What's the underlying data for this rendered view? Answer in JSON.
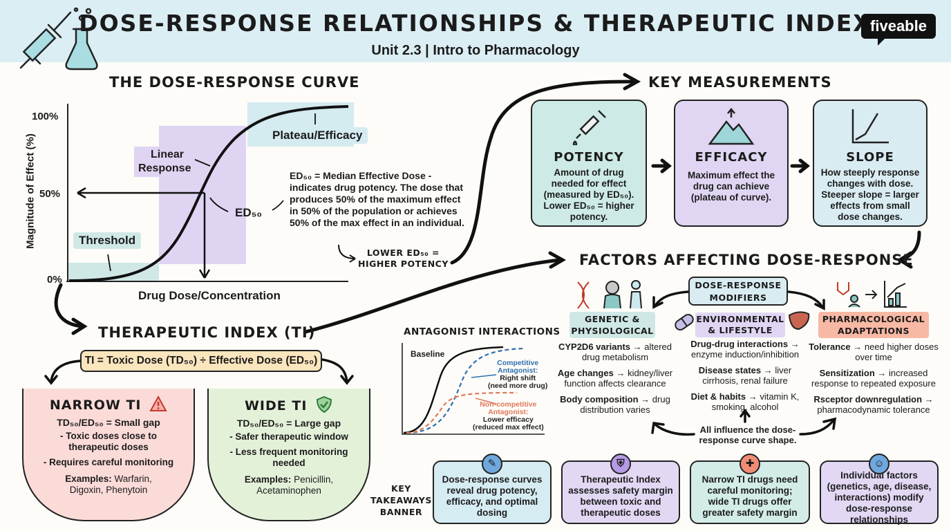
{
  "header": {
    "title": "DOSE-RESPONSE RELATIONSHIPS & THERAPEUTIC INDEX",
    "subtitle": "Unit 2.3 | Intro to Pharmacology",
    "brand": "fiveable"
  },
  "dose_response": {
    "section_title": "THE DOSE-RESPONSE CURVE",
    "y_axis_label": "Magnitude of Effect (%)",
    "x_axis_label": "Drug Dose/Concentration",
    "y_ticks": [
      "100%",
      "50%",
      "0%"
    ],
    "threshold_label": "Threshold",
    "linear_label_1": "Linear",
    "linear_label_2": "Response",
    "plateau_label": "Plateau/Efficacy",
    "ed50_label": "ED₅₀",
    "ed50_note": "ED₅₀ = Median Effective Dose - indicates drug potency. The dose that produces 50% of the maximum effect in 50% of the population or achieves 50% of the max effect in an individual.",
    "lower_ed50_1": "LOWER ED₅₀ =",
    "lower_ed50_2": "HIGHER POTENCY"
  },
  "key_measurements": {
    "section_title": "KEY MEASUREMENTS",
    "cards": [
      {
        "title": "POTENCY",
        "text": "Amount of drug needed for effect (measured by ED₅₀). Lower ED₅₀ = higher potency.",
        "color": "#cdeae6"
      },
      {
        "title": "EFFICACY",
        "text": "Maximum effect the drug can achieve (plateau of curve).",
        "color": "#e0d6f3"
      },
      {
        "title": "SLOPE",
        "text": "How steeply response changes with dose. Steeper slope = larger effects from small dose changes.",
        "color": "#d9ecf2"
      }
    ]
  },
  "therapeutic_index": {
    "section_title": "THERAPEUTIC INDEX (TI)",
    "formula": "TI = Toxic Dose (TD₅₀) ÷ Effective Dose (ED₅₀)",
    "narrow": {
      "title": "NARROW TI",
      "ratio": "TD₅₀/ED₅₀ = Small gap",
      "points": [
        "- Toxic doses close to therapeutic doses",
        "- Requires careful monitoring"
      ],
      "examples_label": "Examples:",
      "examples": "Warfarin, Digoxin, Phenytoin",
      "color": "#fbdbd8"
    },
    "wide": {
      "title": "WIDE TI",
      "ratio": "TD₅₀/ED₅₀ = Large gap",
      "points": [
        "- Safer therapeutic window",
        "- Less frequent monitoring needed"
      ],
      "examples_label": "Examples:",
      "examples": "Penicillin, Acetaminophen",
      "color": "#e4f1d9"
    }
  },
  "antagonist": {
    "title": "ANTAGONIST INTERACTIONS",
    "baseline": "Baseline",
    "competitive_1": "Competitive",
    "competitive_2": "Antagonist:",
    "competitive_3": "Right shift",
    "competitive_4": "(need more drug)",
    "noncompetitive_1": "Non-competitive",
    "noncompetitive_2": "Antagonist:",
    "noncompetitive_3": "Lower efficacy",
    "noncompetitive_4": "(reduced max effect)",
    "colors": {
      "competitive": "#2f6fb0",
      "noncompetitive": "#e0785a"
    }
  },
  "factors": {
    "section_title": "FACTORS AFFECTING DOSE-RESPONSE",
    "center_1": "DOSE-RESPONSE",
    "center_2": "MODIFIERS",
    "genetic": {
      "title_1": "GENETIC &",
      "title_2": "PHYSIOLOGICAL",
      "items": [
        {
          "b": "CYP2D6 variants →",
          "t": "altered drug metabolism"
        },
        {
          "b": "Age changes",
          "t": "→ kidney/liver function affects clearance"
        },
        {
          "b": "Body composition →",
          "t": "drug distribution varies"
        }
      ]
    },
    "environmental": {
      "title_1": "ENVIRONMENTAL",
      "title_2": "& LIFESTYLE",
      "items": [
        {
          "b": "Drug-drug interactions →",
          "t": "enzyme induction/inhibition"
        },
        {
          "b": "Disease states",
          "t": "→ liver cirrhosis, renal failure"
        },
        {
          "b": "Diet & habits",
          "t": "→ vitamin K, smoking, alcohol"
        }
      ]
    },
    "pharmacological": {
      "title_1": "PHARMACOLOGICAL",
      "title_2": "ADAPTATIONS",
      "items": [
        {
          "b": "Tolerance",
          "t": "→ need higher doses over time"
        },
        {
          "b": "Sensitization",
          "t": "→ increased response to repeated exposure"
        },
        {
          "b": "Rsceptor downregulation →",
          "t": "pharmacodynamic tolerance"
        }
      ]
    },
    "summary": "All influence the dose-response curve shape."
  },
  "takeaways": {
    "label_1": "KEY",
    "label_2": "TAKEAWAYS",
    "label_3": "BANNER",
    "cards": [
      {
        "text": "Dose-response curves reveal drug potency, efficacy, and optimal dosing",
        "color": "#d6ecf3"
      },
      {
        "text": "Therapeutic Index assesses safety margin between toxic and therapeutic doses",
        "color": "#e2d8f4"
      },
      {
        "text": "Narrow TI drugs need careful monitoring; wide TI drugs offer greater safety margin",
        "color": "#d3ece8"
      },
      {
        "text": "Individual factors (genetics, age, disease, interactions) modify dose-response relationships",
        "color": "#e2d8f4"
      }
    ]
  }
}
